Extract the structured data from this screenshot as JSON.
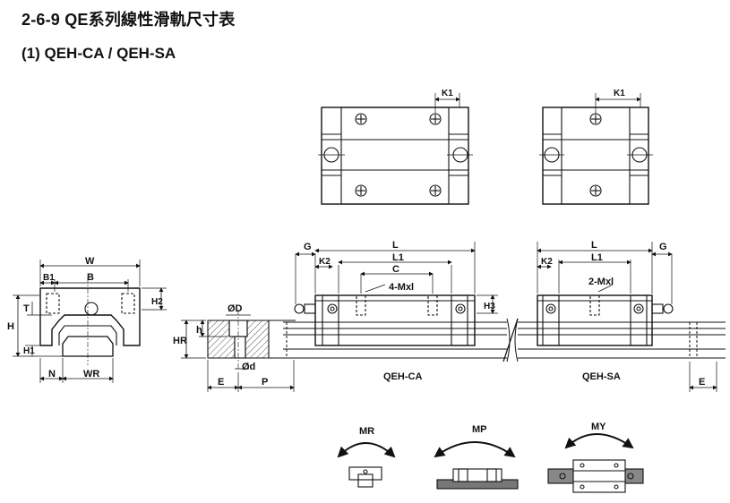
{
  "header": {
    "title": "2-6-9 QE系列線性滑軌尺寸表",
    "subtitle": "(1) QEH-CA / QEH-SA"
  },
  "top_views": {
    "ca_k1": "K1",
    "sa_k1": "K1"
  },
  "cross_section": {
    "W": "W",
    "B1": "B1",
    "B": "B",
    "T": "T",
    "H2": "H2",
    "H": "H",
    "H1": "H1",
    "N": "N",
    "WR": "WR"
  },
  "rail_section": {
    "phiD": "ØD",
    "h": "h",
    "HR": "HR",
    "phid": "Ød",
    "E": "E",
    "P": "P"
  },
  "side_ca": {
    "G": "G",
    "L": "L",
    "L1": "L1",
    "K2": "K2",
    "C": "C",
    "hole_label": "4-Mxl",
    "H3": "H3",
    "name": "QEH-CA"
  },
  "side_sa": {
    "L": "L",
    "L1": "L1",
    "K2": "K2",
    "G": "G",
    "hole_label": "2-Mxl",
    "name": "QEH-SA",
    "E": "E"
  },
  "moments": {
    "MR": "MR",
    "MP": "MP",
    "MY": "MY"
  }
}
